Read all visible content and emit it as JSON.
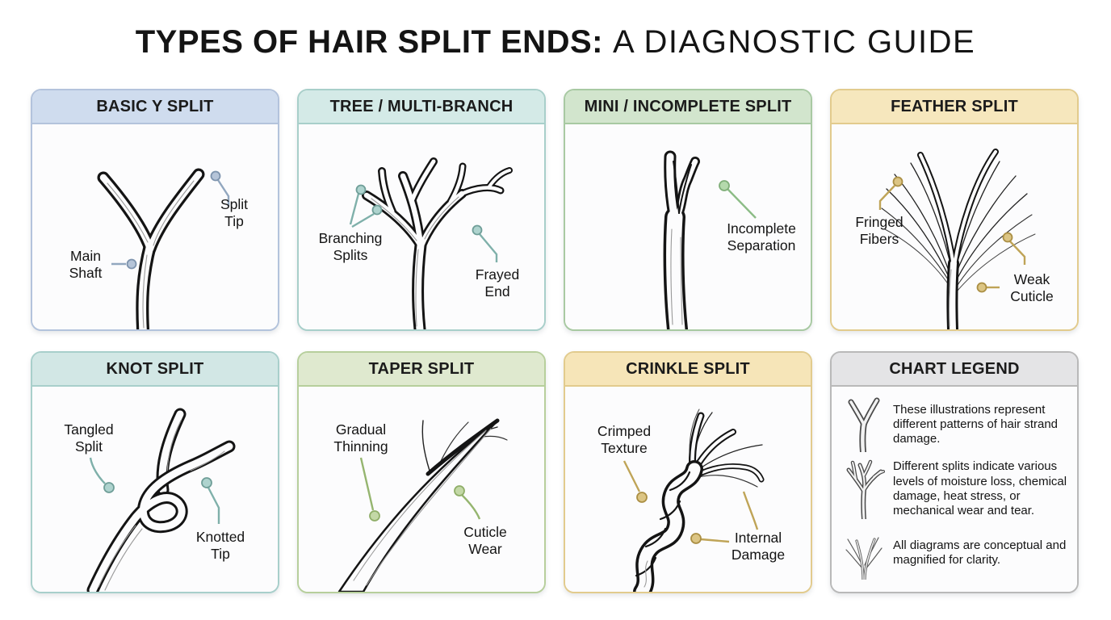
{
  "title": {
    "bold": "TYPES OF HAIR SPLIT ENDS:",
    "regular": "A DIAGNOSTIC GUIDE"
  },
  "panels": [
    {
      "key": "basic-y-split",
      "title": "BASIC Y SPLIT",
      "header_bg": "#cfdcee",
      "border_color": "#b3c3dc",
      "accent_color": "#92a7bf",
      "labels": {
        "split_tip": "Split Tip",
        "main_shaft": "Main\nShaft"
      }
    },
    {
      "key": "tree-multi-branch",
      "title": "TREE / MULTI-BRANCH",
      "header_bg": "#d4eae7",
      "border_color": "#a8cfca",
      "accent_color": "#7fb0aa",
      "labels": {
        "branching_splits": "Branching\nSplits",
        "frayed_end": "Frayed\nEnd"
      }
    },
    {
      "key": "mini-incomplete-split",
      "title": "MINI / INCOMPLETE SPLIT",
      "header_bg": "#d2e5cd",
      "border_color": "#a8c9a2",
      "accent_color": "#8cbc86",
      "labels": {
        "incomplete_separation": "Incomplete\nSeparation"
      }
    },
    {
      "key": "feather-split",
      "title": "FEATHER SPLIT",
      "header_bg": "#f6e7bd",
      "border_color": "#e2cb8d",
      "accent_color": "#bfa457",
      "labels": {
        "fringed_fibers": "Fringed\nFibers",
        "weak_cuticle": "Weak\nCuticle"
      }
    },
    {
      "key": "knot-split",
      "title": "KNOT SPLIT",
      "header_bg": "#d2e7e5",
      "border_color": "#a8cfcb",
      "accent_color": "#7fb0aa",
      "labels": {
        "tangled_split": "Tangled\nSplit",
        "knotted_tip": "Knotted\nTip"
      }
    },
    {
      "key": "taper-split",
      "title": "TAPER SPLIT",
      "header_bg": "#dfe9cf",
      "border_color": "#b7cf9c",
      "accent_color": "#95b56f",
      "labels": {
        "gradual_thinning": "Gradual\nThinning",
        "cuticle_wear": "Cuticle\nWear"
      }
    },
    {
      "key": "crinkle-split",
      "title": "CRINKLE SPLIT",
      "header_bg": "#f6e5b8",
      "border_color": "#e2cb8d",
      "accent_color": "#bfa457",
      "labels": {
        "crimped_texture": "Crimped\nTexture",
        "internal_damage": "Internal\nDamage"
      }
    },
    {
      "key": "chart-legend",
      "title": "CHART LEGEND",
      "header_bg": "#e4e4e6",
      "border_color": "#b9b9b9",
      "accent_color": "#8a8a8a",
      "items": [
        {
          "icon": "y-split-icon",
          "text": "These illustrations represent different patterns of hair strand damage."
        },
        {
          "icon": "multi-branch-icon",
          "text": "Different splits indicate various levels of moisture loss, chemical damage, heat stress, or mechanical wear and tear."
        },
        {
          "icon": "feather-icon",
          "text": "All diagrams are conceptual and magnified for clarity."
        }
      ]
    }
  ]
}
